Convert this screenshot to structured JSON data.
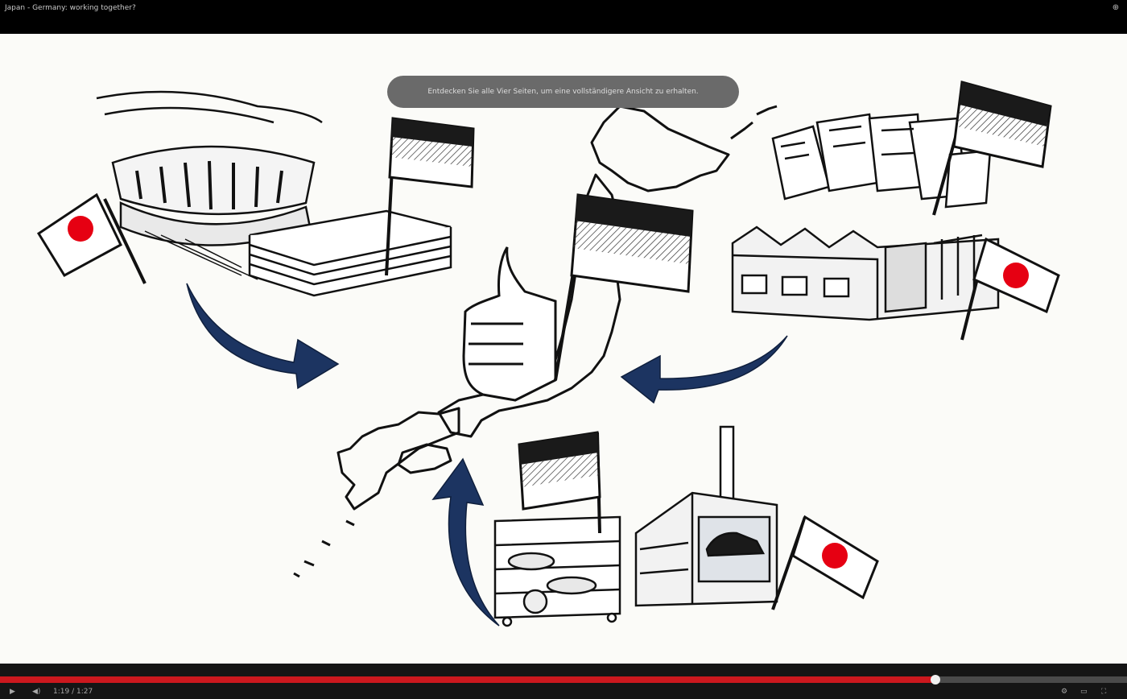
{
  "window": {
    "title": "Japan - Germany: working together?",
    "corner_icon": "info-icon"
  },
  "subtitle": "Entdecken Sie alle Vier Seiten, um eine vollständigere Ansicht zu erhalten.",
  "player": {
    "progress": 0.83,
    "time": "1:19 / 1:27",
    "colors": {
      "accent": "#cc181e",
      "arrow": "#1c3461",
      "flag_red": "#e60012"
    }
  },
  "icons": [
    "play-icon",
    "volume-icon",
    "settings-icon",
    "captions-icon",
    "fullscreen-icon"
  ]
}
